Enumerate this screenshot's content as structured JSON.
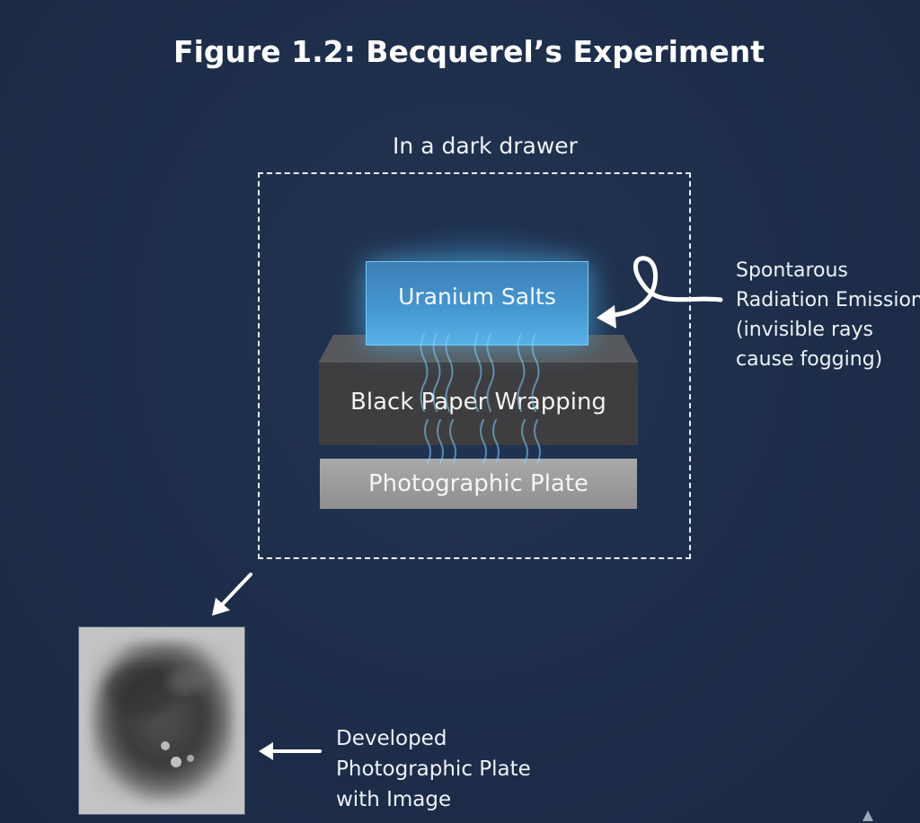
{
  "title": "Figure 1.2: Becquerel’s Experiment",
  "drawer": {
    "label": "In a dark drawer"
  },
  "layers": {
    "uranium": "Uranium Salts",
    "paper": "Black Paper Wrapping",
    "plate": "Photographic Plate"
  },
  "emission_note": {
    "lines": [
      "Spontarous",
      "Radiation Emission",
      "(invisible rays",
      "cause fogging)"
    ]
  },
  "developed_note": {
    "lines": [
      "Developed",
      "Photographic Plate",
      "with Image"
    ]
  },
  "colors": {
    "background": "#1f2f4b",
    "uranium": "#4596cf",
    "paper": "#3f3f40",
    "plate": "#9a9a9c",
    "rays": "#7fd0ff"
  }
}
